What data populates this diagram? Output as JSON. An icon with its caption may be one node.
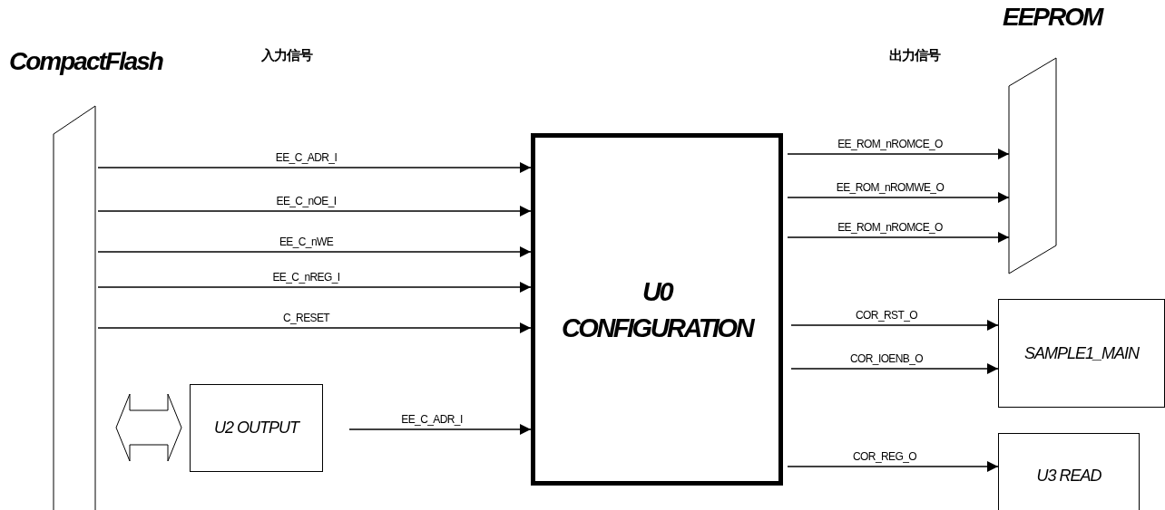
{
  "diagram": {
    "nodes": [
      {
        "text": [
          "CompactFlash"
        ]
      },
      {
        "text": [
          "EEPROM"
        ]
      },
      {
        "text": [
          "U0 CONFIGURATION"
        ]
      },
      {
        "text": [
          "U2 OUTPUT"
        ]
      },
      {
        "text": [
          "SAMPLE1_MAIN"
        ]
      },
      {
        "text": [
          "U3 READ"
        ]
      }
    ],
    "edges": [
      {
        "from": 0,
        "to": 2,
        "arrow": "to",
        "label": "EE_C_ADR_I"
      },
      {
        "from": 0,
        "to": 2,
        "arrow": "to",
        "label": "EE_C_nOE_I"
      },
      {
        "from": 0,
        "to": 2,
        "arrow": "to",
        "label": "EE_C_nWE"
      },
      {
        "from": 0,
        "to": 2,
        "arrow": "to",
        "label": "EE_C_nREG_I"
      },
      {
        "from": 0,
        "to": 2,
        "arrow": "to",
        "label": "C_RESET"
      },
      {
        "from": 0,
        "to": 3,
        "arrow": "both"
      },
      {
        "from": 3,
        "to": 2,
        "arrow": "to",
        "label": "EE_C_ADR_I"
      },
      {
        "from": 2,
        "to": 1,
        "arrow": "to",
        "label": "EE_ROM_nROMCE_O"
      },
      {
        "from": 2,
        "to": 1,
        "arrow": "to",
        "label": "EE_ROM_nROMWE_O"
      },
      {
        "from": 2,
        "to": 1,
        "arrow": "to",
        "label": "EE_ROM_nROMCE_O"
      },
      {
        "from": 2,
        "to": 4,
        "arrow": "to",
        "label": "COR_RST_O"
      },
      {
        "from": 2,
        "to": 4,
        "arrow": "to",
        "label": "COR_IOENB_O"
      },
      {
        "from": 2,
        "to": 5,
        "arrow": "to",
        "label": "COR_REG_O"
      }
    ],
    "labels": [
      "入力信号",
      "出力信号"
    ]
  }
}
